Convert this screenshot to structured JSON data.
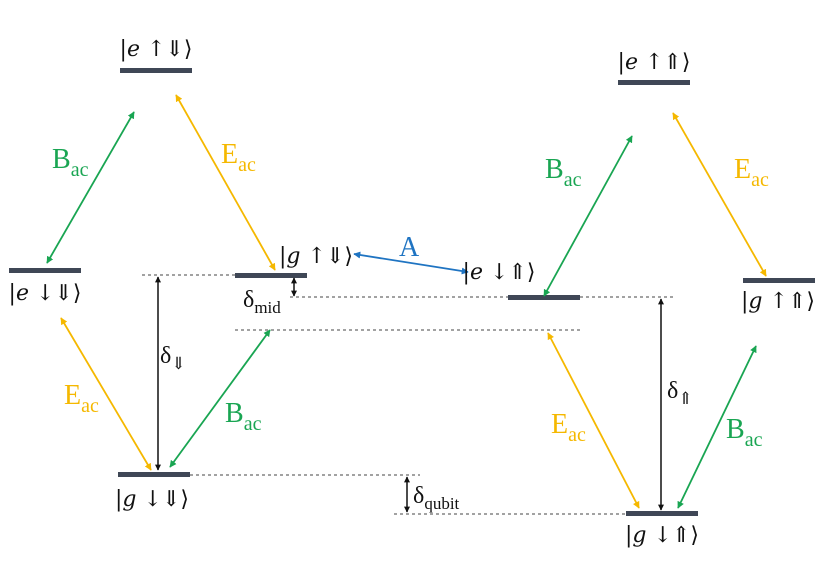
{
  "colors": {
    "level": "#3f4756",
    "green": "#19a552",
    "yellow": "#f5b800",
    "blue": "#1f74c2",
    "black": "#111111",
    "dashed": "#444444"
  },
  "states": {
    "e_up_Dn": {
      "ket": "e",
      "spins": "↑⇓"
    },
    "e_dn_Dn": {
      "ket": "e",
      "spins": "↓⇓"
    },
    "g_up_Dn": {
      "ket": "g",
      "spins": "↑⇓"
    },
    "g_dn_Dn": {
      "ket": "g",
      "spins": "↓⇓"
    },
    "e_up_Up": {
      "ket": "e",
      "spins": "↑⇑"
    },
    "e_dn_Up": {
      "ket": "e",
      "spins": "↓⇑"
    },
    "g_up_Up": {
      "ket": "g",
      "spins": "↑⇑"
    },
    "g_dn_Up": {
      "ket": "g",
      "spins": "↓⇑"
    }
  },
  "couplings": {
    "B": {
      "main": "B",
      "sub": "ac"
    },
    "E": {
      "main": "E",
      "sub": "ac"
    },
    "A": "A"
  },
  "deltas": {
    "mid": {
      "main": "δ",
      "sub": "mid"
    },
    "Dn": {
      "main": "δ",
      "sub": "⇓"
    },
    "Up": {
      "main": "δ",
      "sub": "⇑"
    },
    "qubit": {
      "main": "δ",
      "sub": "qubit"
    }
  }
}
